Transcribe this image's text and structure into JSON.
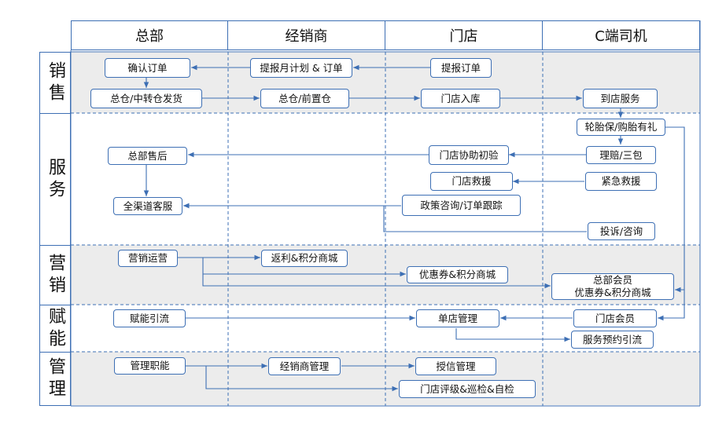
{
  "columns": [
    "总部",
    "经销商",
    "门店",
    "C端司机"
  ],
  "rows": [
    "销售",
    "服务",
    "营销",
    "赋能",
    "管理"
  ],
  "nodes": {
    "n1": "确认订单",
    "n2": "提报月计划 & 订单",
    "n3": "提报订单",
    "n4": "总仓/中转仓发货",
    "n5": "总仓/前置仓",
    "n6": "门店入库",
    "n7": "到店服务",
    "n8": "轮胎保/购胎有礼",
    "n9": "理赔/三包",
    "n10": "总部售后",
    "n11": "门店协助初验",
    "n12": "门店救援",
    "n13": "紧急救援",
    "n14": "全渠道客服",
    "n15": "政策咨询/订单跟踪",
    "n16": "投诉/咨询",
    "n17": "营销运营",
    "n18": "返利&积分商城",
    "n19": "优惠券&积分商城",
    "n20a": "总部会员",
    "n20b": "优惠券&积分商城",
    "n21": "赋能引流",
    "n22": "单店管理",
    "n23": "门店会员",
    "n24": "服务预约引流",
    "n25": "管理职能",
    "n26": "经销商管理",
    "n27": "授信管理",
    "n28": "门店评级&巡检&自检"
  },
  "colors": {
    "line": "#3d6fb4",
    "band": "#ececec"
  }
}
